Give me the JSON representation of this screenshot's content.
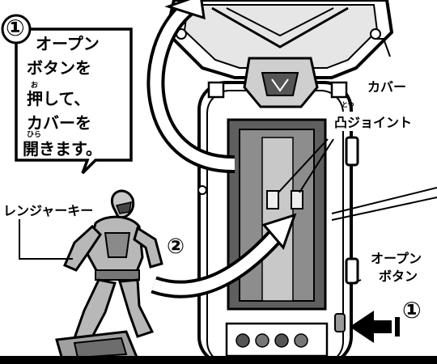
{
  "step_box": {
    "number": "①",
    "lines": [
      "オープン",
      "ボタンを",
      "押して、",
      "カバーを",
      "開きます。"
    ],
    "furigana": [
      "お",
      "ひら"
    ]
  },
  "labels": {
    "cover": "カバー",
    "joint": "凸ジョイント",
    "joint_furigana": "とつ",
    "ranger_key": "レンジャーキー",
    "open_button_line1": "オープン",
    "open_button_line2": "ボタン",
    "step2": "②",
    "step1_bottom": "①"
  },
  "colors": {
    "ink": "#000000",
    "paper": "#ffffff",
    "gray_light": "#d4d4d4",
    "gray_mid": "#9a9a9a",
    "gray_dark": "#6a6a6a"
  }
}
